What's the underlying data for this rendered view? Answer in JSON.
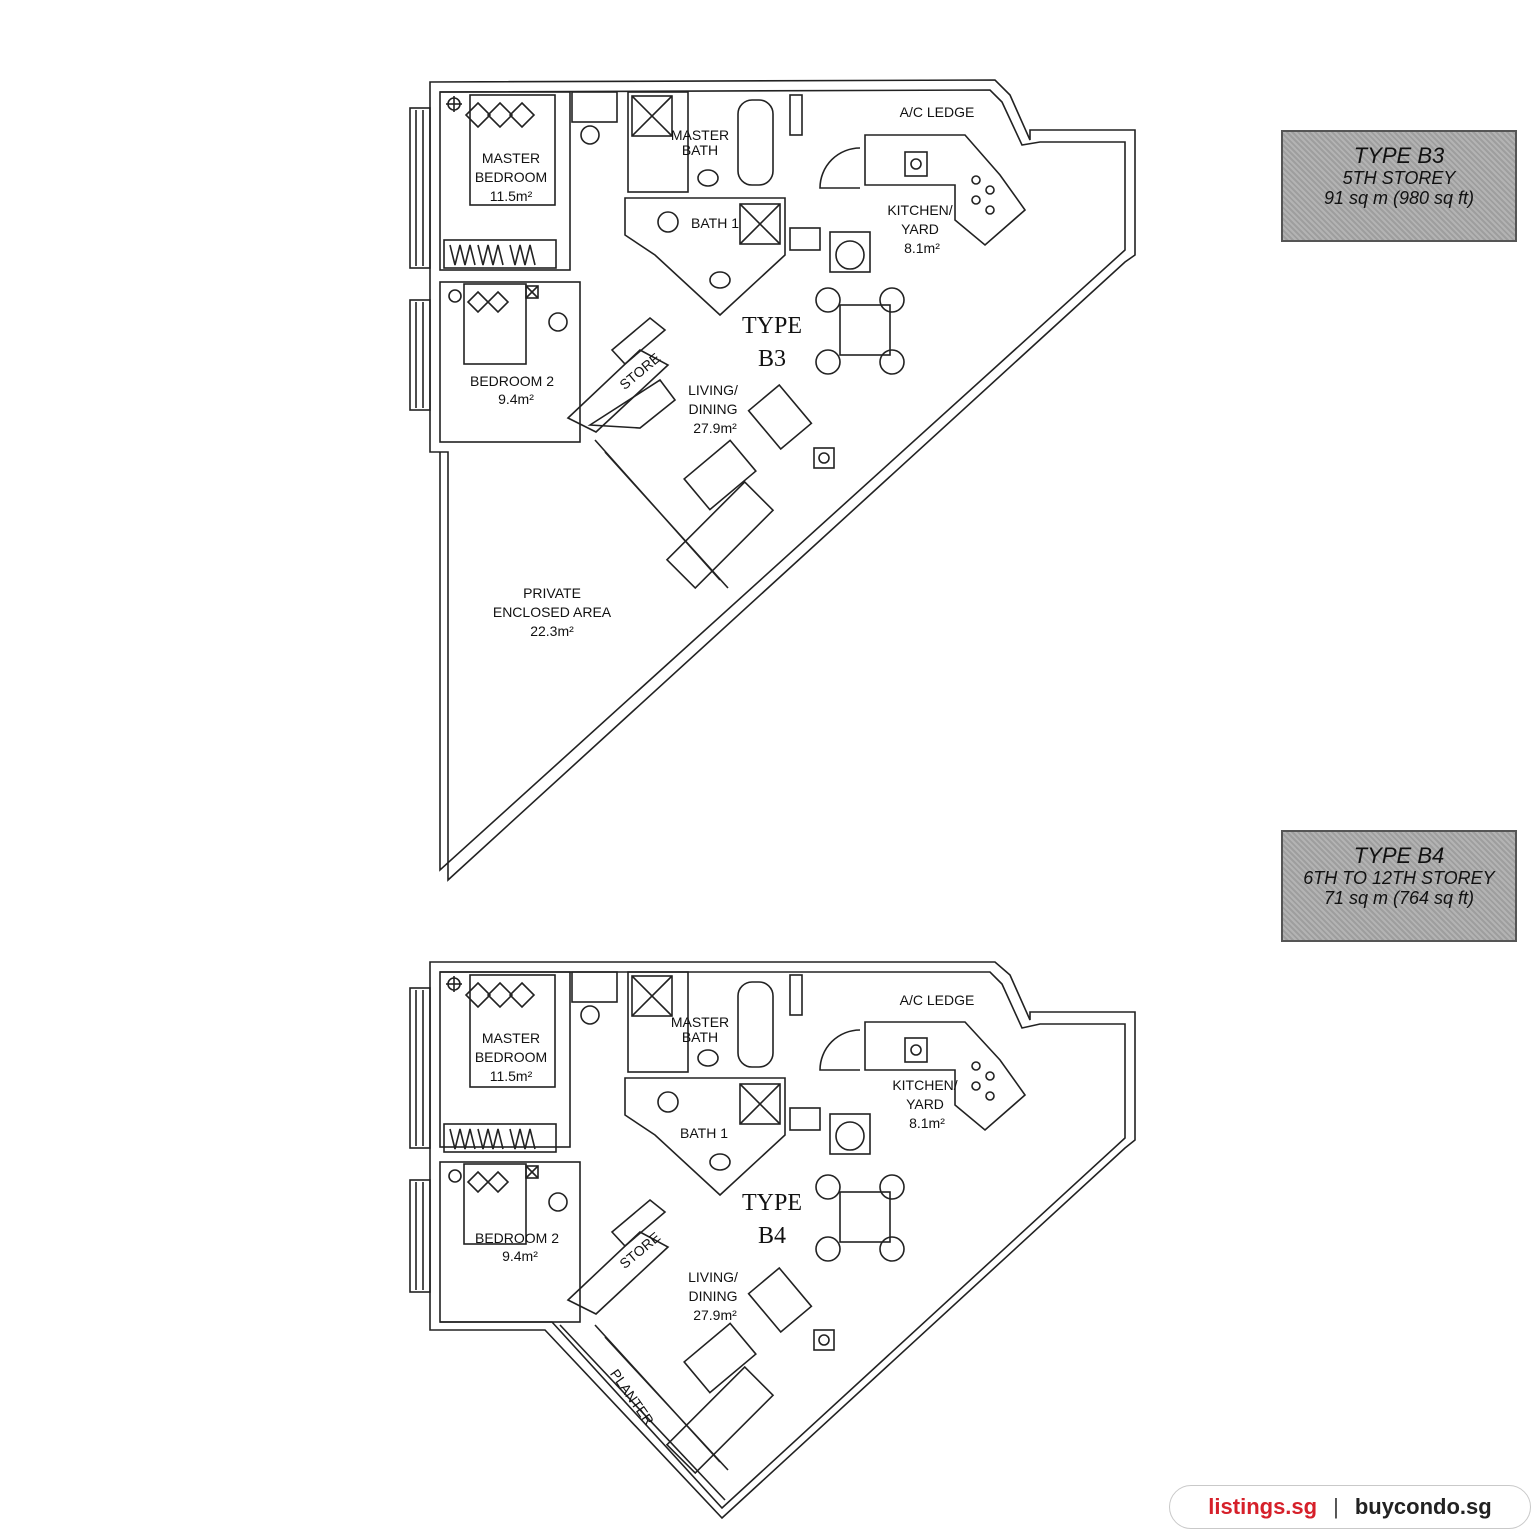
{
  "legend_b3": {
    "title": "TYPE B3",
    "storey": "5TH STOREY",
    "area": "91 sq m (980 sq ft)"
  },
  "legend_b4": {
    "title": "TYPE B4",
    "storey": "6TH TO 12TH STOREY",
    "area": "71 sq m (764 sq ft)"
  },
  "plan_b3": {
    "type_line1": "TYPE",
    "type_line2": "B3",
    "master_bedroom": [
      "MASTER",
      "BEDROOM",
      "11.5m²"
    ],
    "master_bath": [
      "MASTER",
      "BATH"
    ],
    "bath1": "BATH 1",
    "ac_ledge": "A/C LEDGE",
    "kitchen": [
      "KITCHEN/",
      "YARD",
      "8.1m²"
    ],
    "bedroom2": [
      "BEDROOM 2",
      "9.4m²"
    ],
    "store": "STORE",
    "living": [
      "LIVING/",
      "DINING",
      "27.9m²"
    ],
    "private": [
      "PRIVATE",
      "ENCLOSED AREA",
      "22.3m²"
    ]
  },
  "plan_b4": {
    "type_line1": "TYPE",
    "type_line2": "B4",
    "master_bedroom": [
      "MASTER",
      "BEDROOM",
      "11.5m²"
    ],
    "master_bath": [
      "MASTER",
      "BATH"
    ],
    "bath1": "BATH 1",
    "ac_ledge": "A/C LEDGE",
    "kitchen": [
      "KITCHEN/",
      "YARD",
      "8.1m²"
    ],
    "bedroom2": [
      "BEDROOM 2",
      "9.4m²"
    ],
    "store": "STORE",
    "living": [
      "LIVING/",
      "DINING",
      "27.9m²"
    ],
    "planter": "PLANTER"
  },
  "footer": {
    "site1": "listings.sg",
    "separator": "|",
    "site2": "buycondo.sg"
  },
  "colors": {
    "brand_red": "#d6202a",
    "legend_fill": "#a8a8a8",
    "line": "#222222"
  }
}
